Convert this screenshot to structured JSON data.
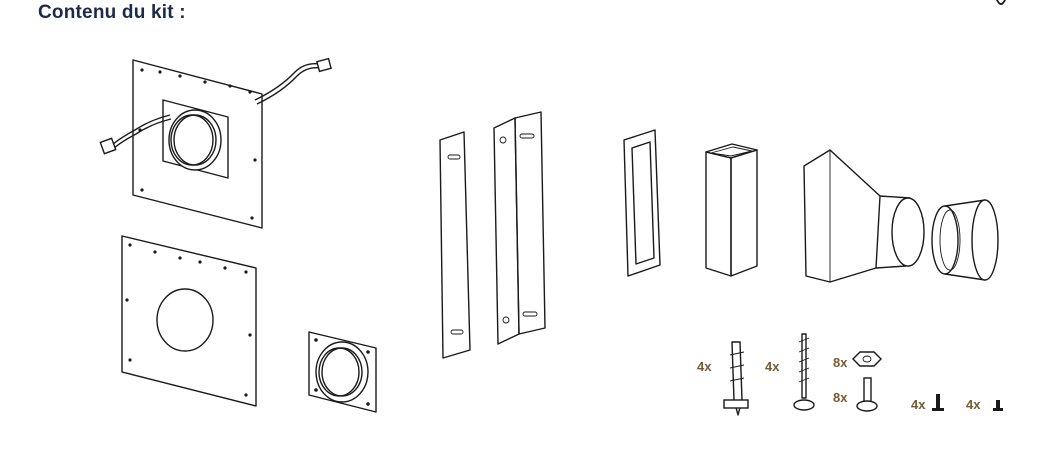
{
  "header": {
    "title": "Contenu du kit :"
  },
  "quantities": {
    "wall_anchor": "4x",
    "wood_screw": "4x",
    "nut": "8x",
    "bolt": "8x",
    "small_screw_a": "4x",
    "small_screw_b": "4x"
  },
  "icons": {
    "corner": "partial-logo-icon",
    "mounting_plate": "mounting-plate-with-fan-icon",
    "blank_plate": "blank-plate-icon",
    "fan_flange": "fan-flange-icon",
    "rails": "mounting-rail-icon",
    "frame": "duct-frame-icon",
    "duct": "rectangular-duct-icon",
    "transition": "transition-adapter-icon",
    "collar": "round-collar-icon"
  }
}
